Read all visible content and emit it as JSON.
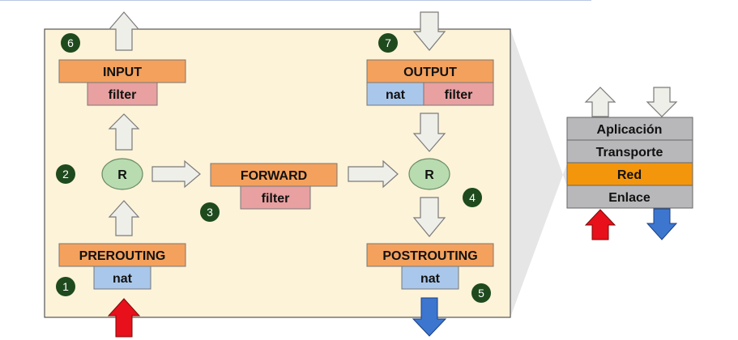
{
  "chains": {
    "input": {
      "title": "INPUT",
      "tables": [
        "filter"
      ]
    },
    "output": {
      "title": "OUTPUT",
      "tables": [
        "nat",
        "filter"
      ]
    },
    "forward": {
      "title": "FORWARD",
      "tables": [
        "filter"
      ]
    },
    "prerouting": {
      "title": "PREROUTING",
      "tables": [
        "nat"
      ]
    },
    "postrouting": {
      "title": "POSTROUTING",
      "tables": [
        "nat"
      ]
    }
  },
  "routing": {
    "left": "R",
    "right": "R"
  },
  "steps": [
    "1",
    "2",
    "3",
    "4",
    "5",
    "6",
    "7"
  ],
  "stack": {
    "layers": [
      "Aplicación",
      "Transporte",
      "Red",
      "Enlace"
    ]
  },
  "colors": {
    "panel": "#fdf3d9",
    "chain": "#f4a15d",
    "filter": "#e8a0a0",
    "nat": "#a9c7ea",
    "router": "#b8dcb0",
    "badge": "#1e4a1e",
    "arrow_in": "#e8101a",
    "arrow_out": "#3c76cf",
    "arrow_internal": "#efefea",
    "layer": "#b8b8bb",
    "layer_active": "#f4960c"
  }
}
